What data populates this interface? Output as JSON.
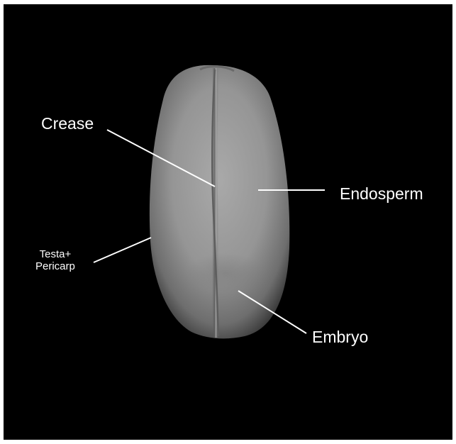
{
  "colors": {
    "background": "#000000",
    "frame": "#ffffff",
    "label_text": "#ffffff",
    "leader_line": "#ffffff",
    "seed_light": "#a6a6a6",
    "seed_mid": "#8a8a8a",
    "seed_dark": "#4a4a4a"
  },
  "labels": {
    "crease": "Crease",
    "endosperm": "Endosperm",
    "embryo": "Embryo",
    "testa_line1": "Testa+",
    "testa_line2": "Pericarp"
  }
}
